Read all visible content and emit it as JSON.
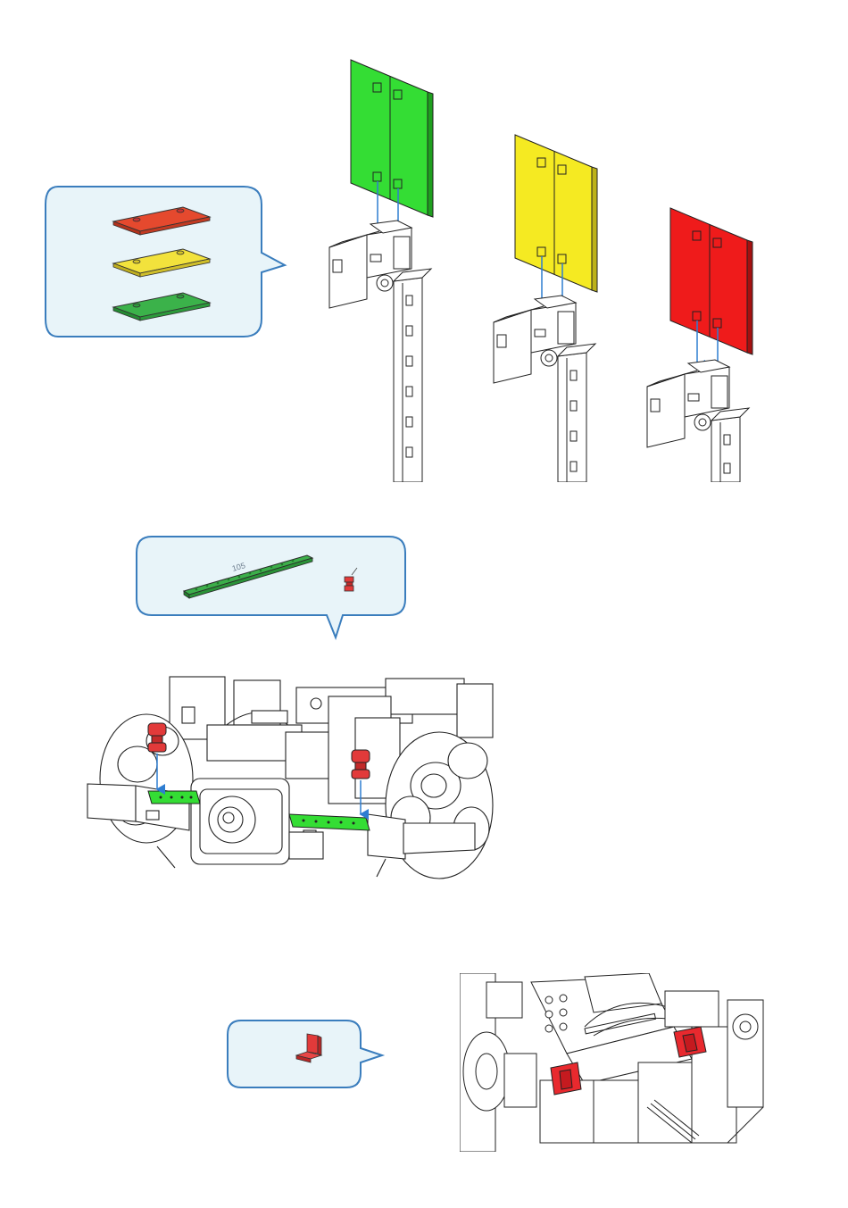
{
  "part_callouts": {
    "color_plates": {
      "parts": [
        "red-plate",
        "yellow-plate",
        "green-plate"
      ]
    },
    "strip_and_pegs": {
      "strip_label": "105",
      "parts": [
        "green-strip-105",
        "red-peg"
      ]
    },
    "angle_bracket": {
      "parts": [
        "red-angle-bracket"
      ]
    }
  },
  "colors": {
    "callout_fill": "#e8f4f9",
    "callout_border": "#3a7dbd",
    "arrow": "#2e7dd1",
    "green": "#34dd34",
    "yellow": "#f5ea22",
    "red": "#ef1b1b",
    "red_part": "#e23a3a"
  },
  "assembly_steps": [
    {
      "name": "signal-green",
      "plate_color": "green"
    },
    {
      "name": "signal-yellow",
      "plate_color": "yellow"
    },
    {
      "name": "signal-red",
      "plate_color": "red"
    }
  ]
}
